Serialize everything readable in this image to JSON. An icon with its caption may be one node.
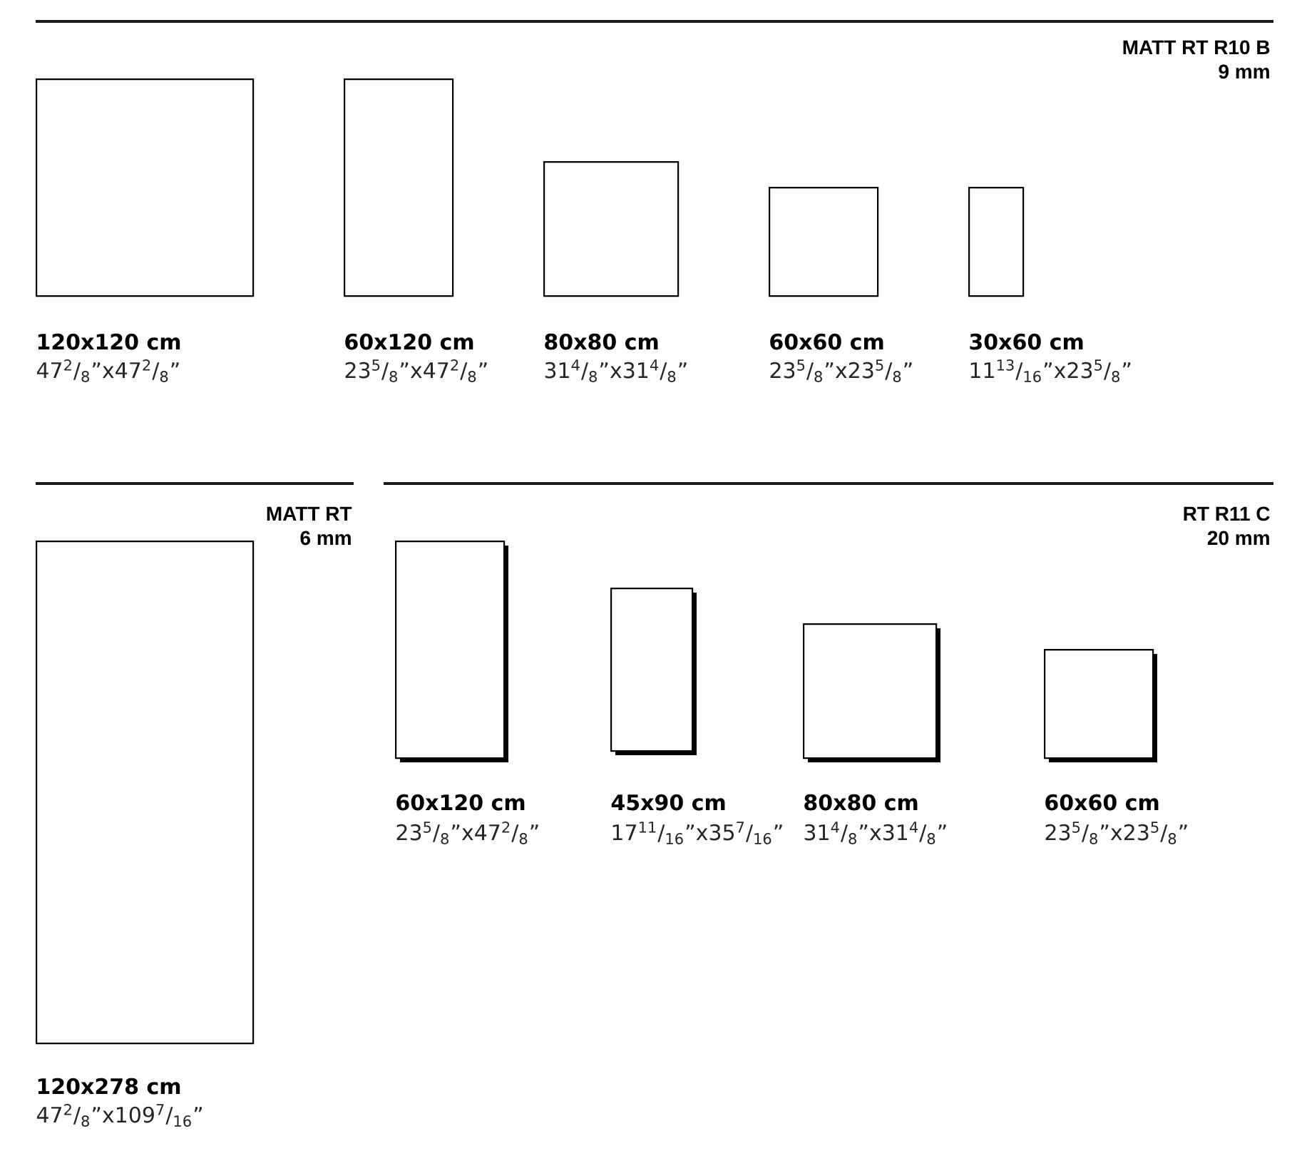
{
  "diagram": {
    "nodes": [
      {
        "text": [],
        "shape": "box",
        "beside": [
          "120x120 cm",
          "47$^{2}$/$_{8}$”x47$^{2}$/$_{8}$”"
        ]
      },
      {
        "text": [],
        "shape": "box",
        "beside": [
          "60x120 cm",
          "23$^{5}$/$_{8}$”x47$^{2}$/$_{8}$”"
        ]
      },
      {
        "text": [],
        "shape": "box",
        "beside": [
          "80x80 cm",
          "31$^{4}$/$_{8}$”x31$^{4}$/$_{8}$”"
        ]
      },
      {
        "text": [],
        "shape": "box",
        "beside": [
          "60x60 cm",
          "23$^{5}$/$_{8}$”x23$^{5}$/$_{8}$”"
        ]
      },
      {
        "text": [],
        "shape": "box",
        "beside": [
          "30x60 cm",
          "11$^{13}$/$_{16}$”x23$^{5}$/$_{8}$”"
        ]
      },
      {
        "text": [],
        "shape": "box",
        "beside": [
          "120x278 cm",
          "47$^{2}$/$_{8}$”x109$^{7}$/$_{16}$”"
        ]
      },
      {
        "text": [],
        "shape": "box",
        "beside": [
          "60x120 cm",
          "23$^{5}$/$_{8}$”x47$^{2}$/$_{8}$”"
        ]
      },
      {
        "text": [],
        "shape": "box",
        "beside": [
          "45x90 cm",
          "17$^{11}$/$_{16}$”x35$^{7}$/$_{16}$”"
        ]
      },
      {
        "text": [],
        "shape": "box",
        "beside": [
          "80x80 cm",
          "31$^{4}$/$_{8}$”x31$^{4}$/$_{8}$”"
        ]
      },
      {
        "text": [],
        "shape": "box",
        "beside": [
          "60x60 cm",
          "23$^{5}$/$_{8}$”x23$^{5}$/$_{8}$”"
        ]
      }
    ],
    "labels": [
      "MATT RT R10 B",
      "9 mm",
      "MATT RT",
      "6 mm",
      "RT R11 C",
      "20 mm"
    ]
  }
}
